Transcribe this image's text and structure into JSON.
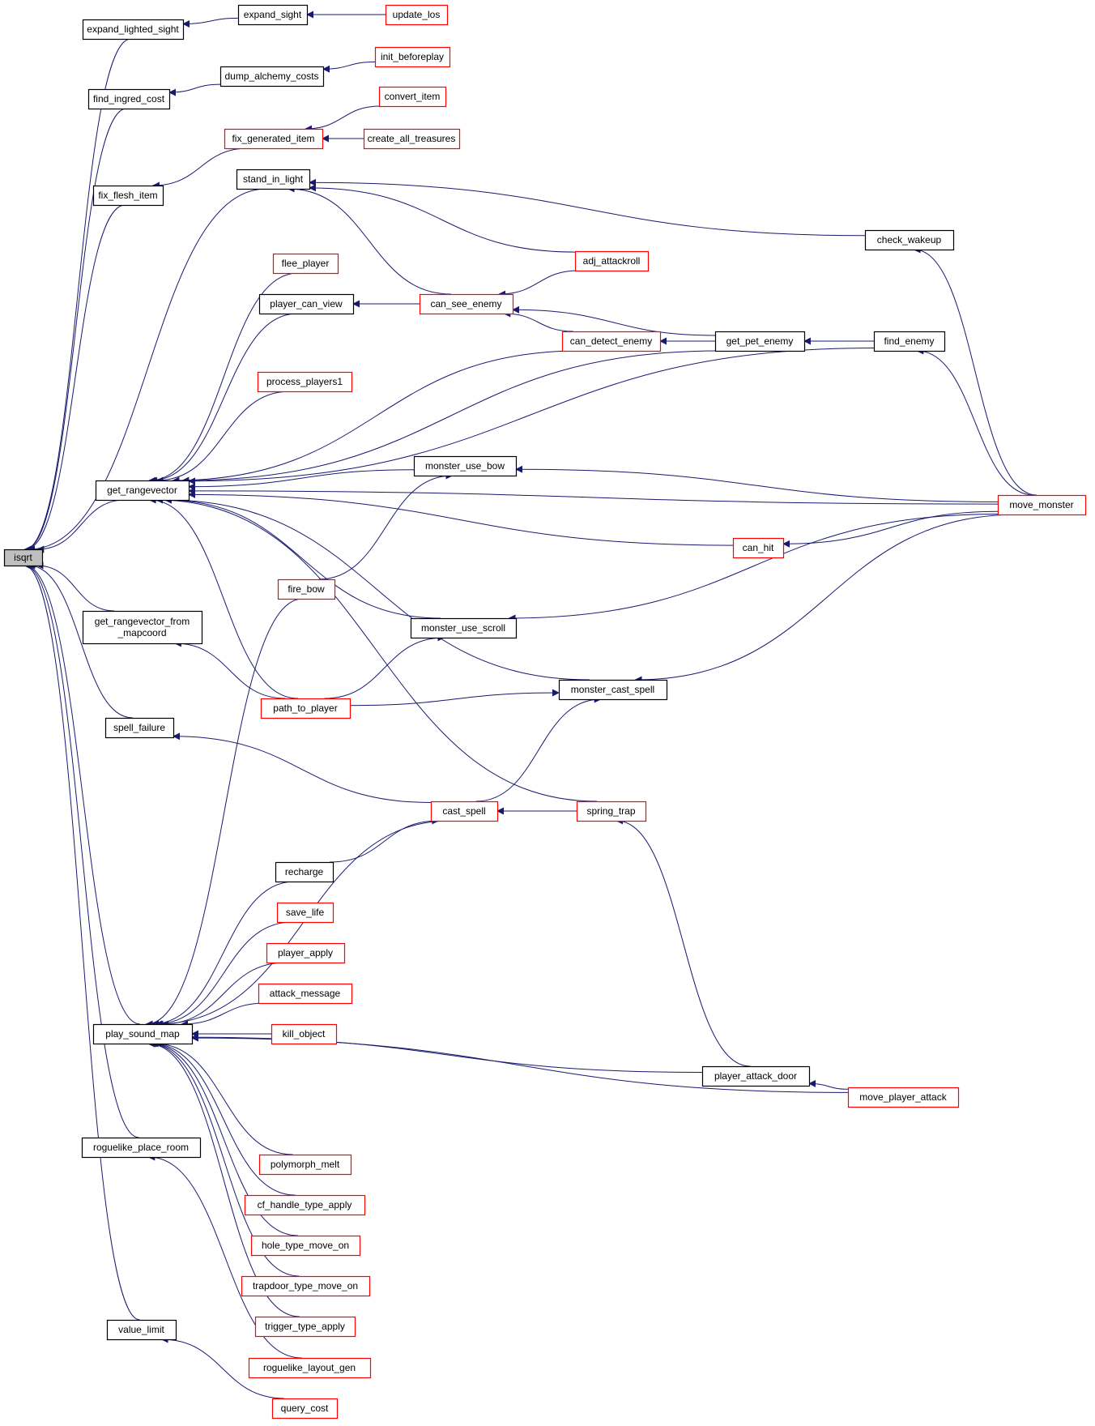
{
  "title": "isqrt caller graph",
  "colors": {
    "edge": "#191970",
    "root_fill": "#bfbfbf",
    "normal_border": "#000000",
    "truncated_border": "#ff0000",
    "node_fill": "#ffffff"
  },
  "nodes": [
    {
      "id": "isqrt",
      "label": "isqrt",
      "kind": "root"
    },
    {
      "id": "expand_lighted_sight",
      "label": "expand_lighted_sight",
      "kind": "normal"
    },
    {
      "id": "expand_sight",
      "label": "expand_sight",
      "kind": "normal"
    },
    {
      "id": "update_los",
      "label": "update_los",
      "kind": "truncated"
    },
    {
      "id": "find_ingred_cost",
      "label": "find_ingred_cost",
      "kind": "normal"
    },
    {
      "id": "dump_alchemy_costs",
      "label": "dump_alchemy_costs",
      "kind": "normal"
    },
    {
      "id": "init_beforeplay",
      "label": "init_beforeplay",
      "kind": "truncated"
    },
    {
      "id": "convert_item",
      "label": "convert_item",
      "kind": "truncated"
    },
    {
      "id": "fix_generated_item",
      "label": "fix_generated_item",
      "kind": "truncated"
    },
    {
      "id": "create_all_treasures",
      "label": "create_all_treasures",
      "kind": "truncated"
    },
    {
      "id": "fix_flesh_item",
      "label": "fix_flesh_item",
      "kind": "normal"
    },
    {
      "id": "stand_in_light",
      "label": "stand_in_light",
      "kind": "normal"
    },
    {
      "id": "check_wakeup",
      "label": "check_wakeup",
      "kind": "normal"
    },
    {
      "id": "flee_player",
      "label": "flee_player",
      "kind": "truncated"
    },
    {
      "id": "adj_attackroll",
      "label": "adj_attackroll",
      "kind": "truncated"
    },
    {
      "id": "player_can_view",
      "label": "player_can_view",
      "kind": "normal"
    },
    {
      "id": "can_see_enemy",
      "label": "can_see_enemy",
      "kind": "truncated"
    },
    {
      "id": "can_detect_enemy",
      "label": "can_detect_enemy",
      "kind": "truncated"
    },
    {
      "id": "get_pet_enemy",
      "label": "get_pet_enemy",
      "kind": "normal"
    },
    {
      "id": "find_enemy",
      "label": "find_enemy",
      "kind": "normal"
    },
    {
      "id": "process_players1",
      "label": "process_players1",
      "kind": "truncated"
    },
    {
      "id": "get_rangevector",
      "label": "get_rangevector",
      "kind": "normal"
    },
    {
      "id": "monster_use_bow",
      "label": "monster_use_bow",
      "kind": "normal"
    },
    {
      "id": "move_monster",
      "label": "move_monster",
      "kind": "truncated"
    },
    {
      "id": "can_hit",
      "label": "can_hit",
      "kind": "truncated"
    },
    {
      "id": "fire_bow",
      "label": "fire_bow",
      "kind": "truncated"
    },
    {
      "id": "get_rangevector_from_mapcoord",
      "label": "get_rangevector_from\n_mapcoord",
      "kind": "normal"
    },
    {
      "id": "monster_use_scroll",
      "label": "monster_use_scroll",
      "kind": "normal"
    },
    {
      "id": "monster_cast_spell",
      "label": "monster_cast_spell",
      "kind": "normal"
    },
    {
      "id": "path_to_player",
      "label": "path_to_player",
      "kind": "truncated"
    },
    {
      "id": "spell_failure",
      "label": "spell_failure",
      "kind": "normal"
    },
    {
      "id": "cast_spell",
      "label": "cast_spell",
      "kind": "truncated"
    },
    {
      "id": "spring_trap",
      "label": "spring_trap",
      "kind": "truncated"
    },
    {
      "id": "recharge",
      "label": "recharge",
      "kind": "normal"
    },
    {
      "id": "save_life",
      "label": "save_life",
      "kind": "truncated"
    },
    {
      "id": "player_apply",
      "label": "player_apply",
      "kind": "truncated"
    },
    {
      "id": "attack_message",
      "label": "attack_message",
      "kind": "truncated"
    },
    {
      "id": "play_sound_map",
      "label": "play_sound_map",
      "kind": "normal"
    },
    {
      "id": "kill_object",
      "label": "kill_object",
      "kind": "truncated"
    },
    {
      "id": "player_attack_door",
      "label": "player_attack_door",
      "kind": "normal"
    },
    {
      "id": "move_player_attack",
      "label": "move_player_attack",
      "kind": "truncated"
    },
    {
      "id": "roguelike_place_room",
      "label": "roguelike_place_room",
      "kind": "normal"
    },
    {
      "id": "polymorph_melt",
      "label": "polymorph_melt",
      "kind": "truncated"
    },
    {
      "id": "cf_handle_type_apply",
      "label": "cf_handle_type_apply",
      "kind": "truncated"
    },
    {
      "id": "hole_type_move_on",
      "label": "hole_type_move_on",
      "kind": "truncated"
    },
    {
      "id": "trapdoor_type_move_on",
      "label": "trapdoor_type_move_on",
      "kind": "truncated"
    },
    {
      "id": "trigger_type_apply",
      "label": "trigger_type_apply",
      "kind": "truncated"
    },
    {
      "id": "roguelike_layout_gen",
      "label": "roguelike_layout_gen",
      "kind": "truncated"
    },
    {
      "id": "value_limit",
      "label": "value_limit",
      "kind": "normal"
    },
    {
      "id": "query_cost",
      "label": "query_cost",
      "kind": "truncated"
    }
  ],
  "edges": [
    [
      "expand_lighted_sight",
      "isqrt"
    ],
    [
      "expand_sight",
      "expand_lighted_sight"
    ],
    [
      "update_los",
      "expand_sight"
    ],
    [
      "find_ingred_cost",
      "isqrt"
    ],
    [
      "dump_alchemy_costs",
      "find_ingred_cost"
    ],
    [
      "init_beforeplay",
      "dump_alchemy_costs"
    ],
    [
      "fix_flesh_item",
      "isqrt"
    ],
    [
      "fix_generated_item",
      "fix_flesh_item"
    ],
    [
      "convert_item",
      "fix_generated_item"
    ],
    [
      "create_all_treasures",
      "fix_generated_item"
    ],
    [
      "stand_in_light",
      "isqrt"
    ],
    [
      "check_wakeup",
      "stand_in_light"
    ],
    [
      "adj_attackroll",
      "stand_in_light"
    ],
    [
      "can_see_enemy",
      "stand_in_light"
    ],
    [
      "adj_attackroll",
      "can_see_enemy"
    ],
    [
      "can_see_enemy",
      "player_can_view"
    ],
    [
      "get_pet_enemy",
      "can_see_enemy"
    ],
    [
      "can_detect_enemy",
      "can_see_enemy"
    ],
    [
      "get_pet_enemy",
      "can_detect_enemy"
    ],
    [
      "find_enemy",
      "get_pet_enemy"
    ],
    [
      "find_enemy",
      "get_rangevector"
    ],
    [
      "move_monster",
      "find_enemy"
    ],
    [
      "move_monster",
      "check_wakeup"
    ],
    [
      "get_rangevector",
      "isqrt"
    ],
    [
      "flee_player",
      "get_rangevector"
    ],
    [
      "player_can_view",
      "get_rangevector"
    ],
    [
      "can_detect_enemy",
      "get_rangevector"
    ],
    [
      "process_players1",
      "get_rangevector"
    ],
    [
      "get_pet_enemy",
      "get_rangevector"
    ],
    [
      "monster_use_bow",
      "get_rangevector"
    ],
    [
      "move_monster",
      "get_rangevector"
    ],
    [
      "can_hit",
      "get_rangevector"
    ],
    [
      "move_monster",
      "monster_use_bow"
    ],
    [
      "move_monster",
      "can_hit"
    ],
    [
      "fire_bow",
      "monster_use_bow"
    ],
    [
      "monster_use_scroll",
      "get_rangevector"
    ],
    [
      "monster_cast_spell",
      "get_rangevector"
    ],
    [
      "path_to_player",
      "get_rangevector"
    ],
    [
      "spring_trap",
      "get_rangevector"
    ],
    [
      "move_monster",
      "monster_use_scroll"
    ],
    [
      "move_monster",
      "monster_cast_spell"
    ],
    [
      "path_to_player",
      "monster_use_scroll"
    ],
    [
      "path_to_player",
      "monster_cast_spell"
    ],
    [
      "get_rangevector_from_mapcoord",
      "isqrt"
    ],
    [
      "path_to_player",
      "get_rangevector_from_mapcoord"
    ],
    [
      "spell_failure",
      "isqrt"
    ],
    [
      "cast_spell",
      "spell_failure"
    ],
    [
      "cast_spell",
      "monster_cast_spell"
    ],
    [
      "spring_trap",
      "cast_spell"
    ],
    [
      "player_attack_door",
      "spring_trap"
    ],
    [
      "play_sound_map",
      "isqrt"
    ],
    [
      "fire_bow",
      "play_sound_map"
    ],
    [
      "cast_spell",
      "play_sound_map"
    ],
    [
      "recharge",
      "play_sound_map"
    ],
    [
      "recharge",
      "cast_spell"
    ],
    [
      "save_life",
      "play_sound_map"
    ],
    [
      "player_apply",
      "play_sound_map"
    ],
    [
      "attack_message",
      "play_sound_map"
    ],
    [
      "kill_object",
      "play_sound_map"
    ],
    [
      "player_attack_door",
      "play_sound_map"
    ],
    [
      "move_player_attack",
      "play_sound_map"
    ],
    [
      "move_player_attack",
      "player_attack_door"
    ],
    [
      "polymorph_melt",
      "play_sound_map"
    ],
    [
      "cf_handle_type_apply",
      "play_sound_map"
    ],
    [
      "hole_type_move_on",
      "play_sound_map"
    ],
    [
      "trapdoor_type_move_on",
      "play_sound_map"
    ],
    [
      "trigger_type_apply",
      "play_sound_map"
    ],
    [
      "roguelike_place_room",
      "isqrt"
    ],
    [
      "roguelike_layout_gen",
      "roguelike_place_room"
    ],
    [
      "value_limit",
      "isqrt"
    ],
    [
      "query_cost",
      "value_limit"
    ]
  ]
}
